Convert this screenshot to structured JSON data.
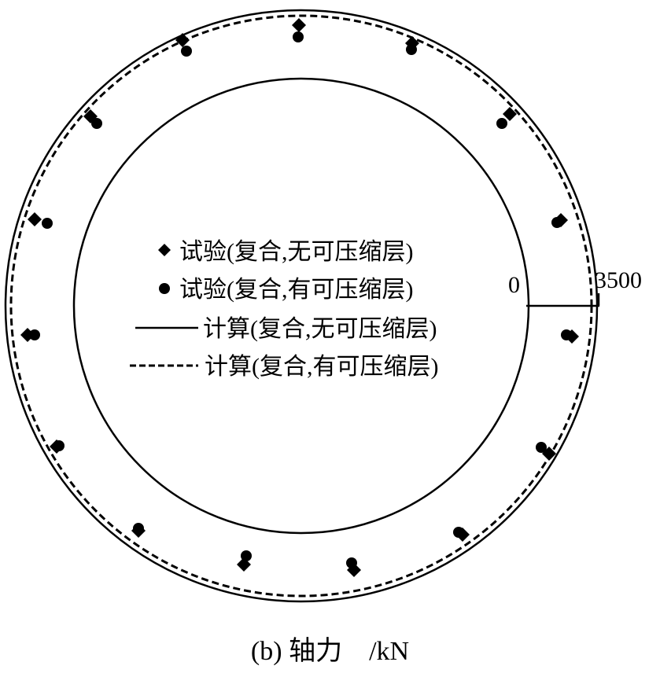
{
  "chart_data": {
    "type": "polar-ring",
    "title": "",
    "caption": "(b) 轴力    /kN",
    "caption_parts": {
      "label": "(b) 轴力",
      "unit": "/kN"
    },
    "radial_axis": {
      "min": 0,
      "max": 3500,
      "tick_labels": [
        "0",
        "3500"
      ],
      "direction": "outward from inner ring"
    },
    "angles_deg": [
      90,
      67.5,
      45,
      22.5,
      0,
      -22.5,
      -45,
      -67.5,
      -90,
      -112.5,
      -135,
      -157.5,
      180,
      157.5,
      135,
      112.5
    ],
    "legend": [
      {
        "marker": "diamond",
        "label": "试验(复合,无可压缩层)"
      },
      {
        "marker": "circle",
        "label": "试验(复合,有可压缩层)"
      },
      {
        "marker": "solid-line",
        "label": "计算(复合,无可压缩层)"
      },
      {
        "marker": "dashed-line",
        "label": "计算(复合,有可压缩层)"
      }
    ],
    "series": [
      {
        "name": "试验(复合,无可压缩层)",
        "type": "scatter",
        "marker": "diamond",
        "points": [
          {
            "angle": 90,
            "value": 2750
          },
          {
            "angle": 67.5,
            "value": 2700
          },
          {
            "angle": 45,
            "value": 2650
          },
          {
            "angle": 22.5,
            "value": 2650
          },
          {
            "angle": -22.5,
            "value": 2700
          },
          {
            "angle": -45,
            "value": 2650
          },
          {
            "angle": -67.5,
            "value": 2250
          },
          {
            "angle": -90,
            "value": 2000
          },
          {
            "angle": -112.5,
            "value": 2100
          },
          {
            "angle": -135,
            "value": 1950
          },
          {
            "angle": -157.5,
            "value": 2700
          },
          {
            "angle": 180,
            "value": 2800
          },
          {
            "angle": 157.5,
            "value": 2700
          },
          {
            "angle": 135,
            "value": 2600
          },
          {
            "angle": 112.5,
            "value": 2650
          }
        ]
      },
      {
        "name": "试验(复合,有可压缩层)",
        "type": "scatter",
        "marker": "circle",
        "points": [
          {
            "angle": 90,
            "value": 2150
          },
          {
            "angle": 67.5,
            "value": 2400
          },
          {
            "angle": 45,
            "value": 2200
          },
          {
            "angle": 22.5,
            "value": 2450
          },
          {
            "angle": -22.5,
            "value": 2400
          },
          {
            "angle": -45,
            "value": 2350
          },
          {
            "angle": -67.5,
            "value": 2100
          },
          {
            "angle": -90,
            "value": 1800
          },
          {
            "angle": -112.5,
            "value": 1700
          },
          {
            "angle": -135,
            "value": 1850
          },
          {
            "angle": -157.5,
            "value": 2600
          },
          {
            "angle": 180,
            "value": 2500
          },
          {
            "angle": 157.5,
            "value": 2100
          },
          {
            "angle": 135,
            "value": 2250
          },
          {
            "angle": 112.5,
            "value": 2150
          }
        ]
      },
      {
        "name": "计算(复合,无可压缩层)",
        "type": "line",
        "style": "solid",
        "value_all_angles": 3350
      },
      {
        "name": "计算(复合,有可压缩层)",
        "type": "line",
        "style": "dashed",
        "value_all_angles": 3100
      }
    ],
    "grid": false
  },
  "legend": {
    "items": [
      {
        "label": "试验(复合,无可压缩层)"
      },
      {
        "label": "试验(复合,有可压缩层)"
      },
      {
        "label": "计算(复合,无可压缩层)"
      },
      {
        "label": "计算(复合,有可压缩层)"
      }
    ]
  },
  "axis": {
    "zero_label": "0",
    "max_label": "3500"
  },
  "caption": {
    "label": "(b) 轴力",
    "unit": "/kN"
  },
  "colors": {
    "ink": "#000000",
    "background": "#ffffff"
  }
}
